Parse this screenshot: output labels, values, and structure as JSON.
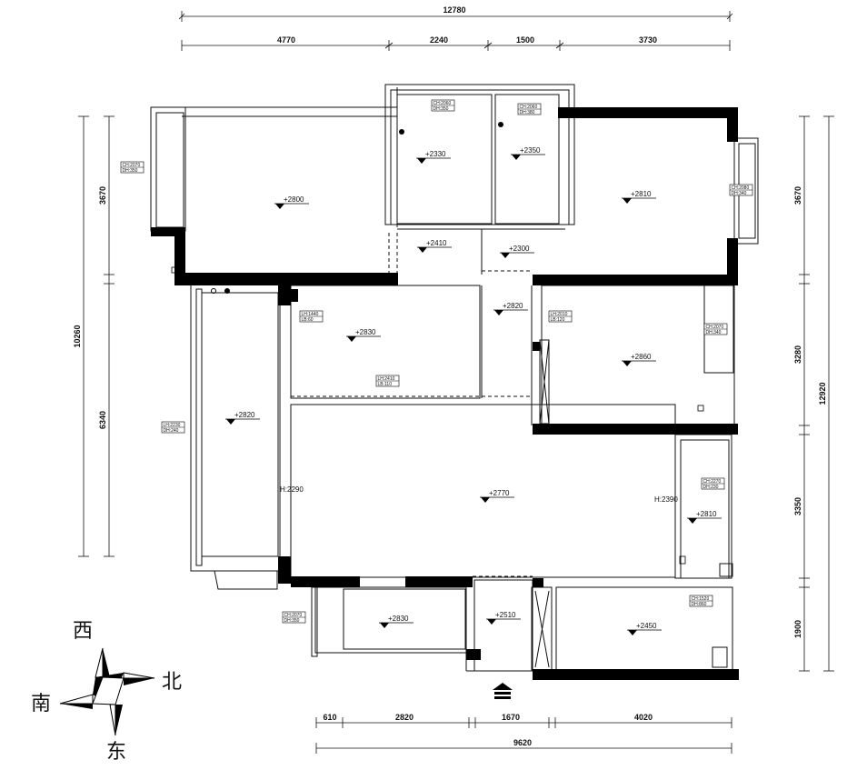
{
  "dimensions": {
    "top_total": "12780",
    "top_segments": [
      "4770",
      "2240",
      "1500",
      "3730"
    ],
    "bottom_segments": [
      "610",
      "2820",
      "1670",
      "4020"
    ],
    "bottom_total": "9620",
    "left_total": "10260",
    "left_segments": [
      "3670",
      "6340"
    ],
    "right_total": "12920",
    "right_segments": [
      "3670",
      "3280",
      "3350",
      "1900"
    ]
  },
  "levels": [
    "+2800",
    "+2330",
    "+2350",
    "+2810",
    "+2410",
    "+2300",
    "+2830",
    "+2820",
    "+2860",
    "+2820",
    "+2770",
    "+2810",
    "+2830",
    "+2510",
    "+2450"
  ],
  "height_labels": [
    "H:2290",
    "H:2390"
  ],
  "window_tags": [
    [
      "CH:2070",
      "DH:350"
    ],
    [
      "CH:2060",
      "DH:350"
    ],
    [
      "CH:2060",
      "DH:380"
    ],
    [
      "CH:2080",
      "DH:340"
    ],
    [
      "LH:1440",
      "LB:60"
    ],
    [
      "LH:2230",
      "DH:240"
    ],
    [
      "LH:2010",
      "LB:120"
    ],
    [
      "CH:2070",
      "DH:340"
    ],
    [
      "LH:2410",
      "LB:110"
    ],
    [
      "CH:2270",
      "DH:230"
    ],
    [
      "CH:2070",
      "DH:350"
    ],
    [
      "CH:1520",
      "DH:860"
    ]
  ],
  "compass": {
    "west": "西",
    "south": "南",
    "north": "北",
    "east": "东"
  }
}
